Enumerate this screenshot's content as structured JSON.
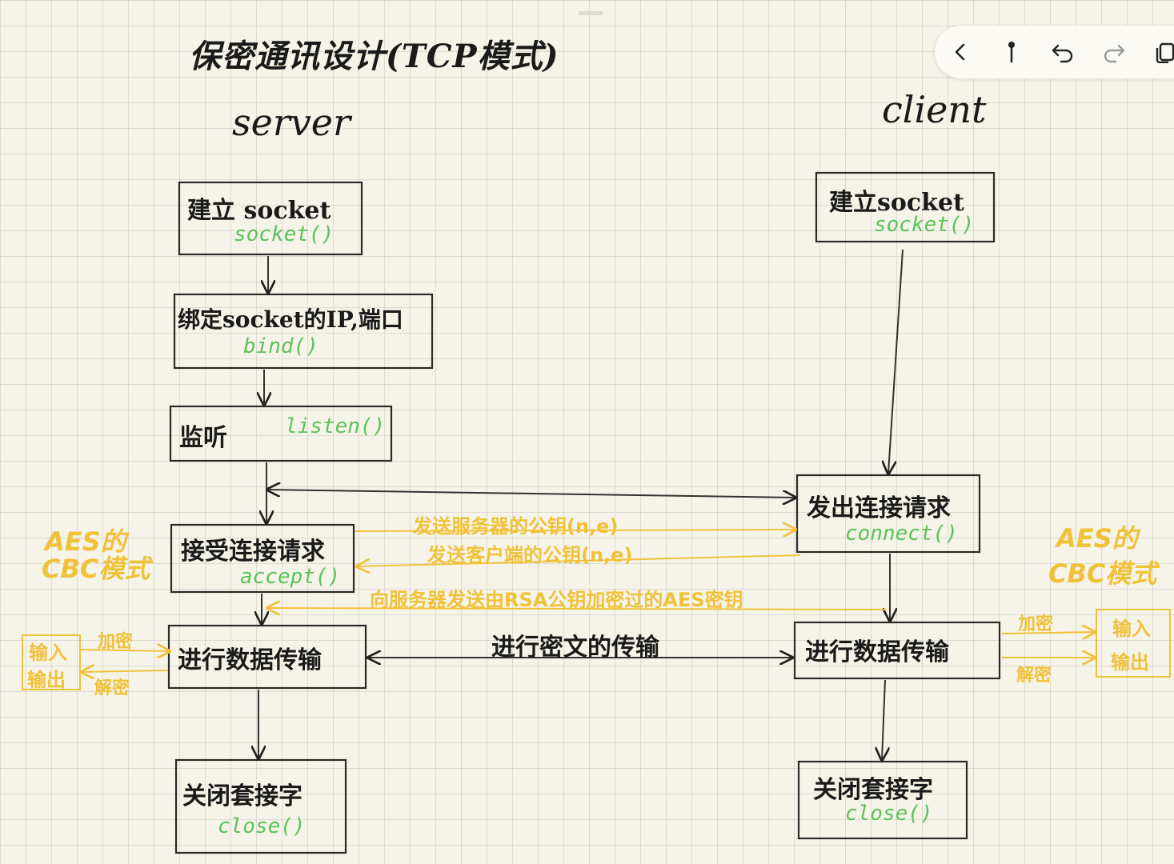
{
  "title": "保密通讯设计(TCP模式)",
  "server": {
    "heading": "server",
    "steps": [
      {
        "main": "建立 socket",
        "fn": "socket()"
      },
      {
        "main": "绑定socket的IP,端口",
        "fn": "bind()"
      },
      {
        "main": "监听",
        "fn": "listen()"
      },
      {
        "main": "接受连接请求",
        "fn": "accept()"
      },
      {
        "main": "进行数据传输",
        "fn": ""
      },
      {
        "main": "关闭套接字",
        "fn": "close()"
      }
    ]
  },
  "client": {
    "heading": "client",
    "steps": [
      {
        "main": "建立socket",
        "fn": "socket()"
      },
      {
        "main": "发出连接请求",
        "fn": "connect()"
      },
      {
        "main": "进行数据传输",
        "fn": ""
      },
      {
        "main": "关闭套接字",
        "fn": "close()"
      }
    ]
  },
  "messages": {
    "server_pubkey": "发送服务器的公钥(n,e)",
    "client_pubkey": "发送客户端的公钥(n,e)",
    "aes_key": "向服务器发送由RSA公钥加密过的AES密钥",
    "cipher_transfer": "进行密文的传输"
  },
  "annotations": {
    "left_mode": [
      "AES的",
      "CBC模式"
    ],
    "right_mode": [
      "AES的",
      "CBC模式"
    ],
    "left_io": [
      "输入",
      "输出"
    ],
    "right_io": [
      "输入",
      "输出"
    ],
    "encrypt": "加密",
    "decrypt": "解密"
  },
  "colors": {
    "ink": "#1a1a1a",
    "function_green": "#5cc25c",
    "highlight_yellow": "#f0c23a",
    "paper": "#f6f3e9"
  },
  "toolbar": {
    "icons": [
      "chevron-left-icon",
      "pen-icon",
      "undo-icon",
      "redo-icon",
      "copy-icon"
    ]
  }
}
